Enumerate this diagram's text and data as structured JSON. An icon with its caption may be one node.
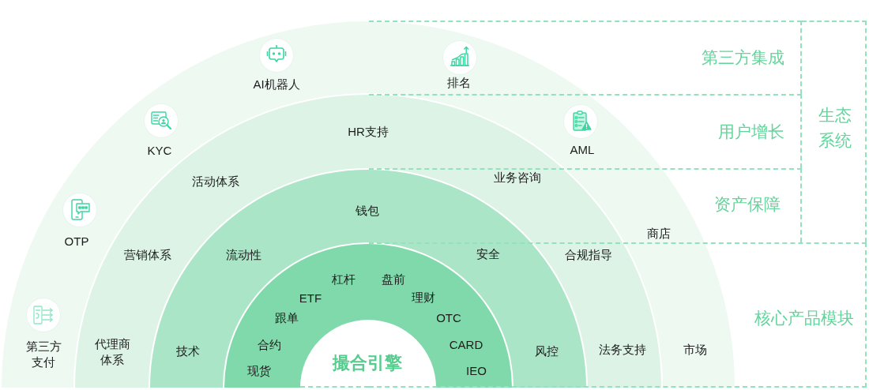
{
  "diagram": {
    "nodes": [
      {
        "text": [
          "撮合引擎"
        ]
      },
      {
        "text": [
          "第三方集成"
        ]
      },
      {
        "text": [
          "用户增长"
        ]
      },
      {
        "text": [
          "资产保障"
        ]
      },
      {
        "text": [
          "核心产品模块"
        ]
      },
      {
        "text": [
          "生态系统"
        ]
      }
    ],
    "labels": [
      "AI机器人",
      "排名",
      "KYC",
      "AML",
      "OTP",
      "商店",
      "第三方支付",
      "市场",
      "HR支持",
      "活动体系",
      "业务咨询",
      "营销体系",
      "合规指导",
      "代理商体系",
      "法务支持",
      "钱包",
      "流动性",
      "安全",
      "技术",
      "风控",
      "杠杆",
      "盘前",
      "ETF",
      "理财",
      "跟单",
      "OTC",
      "合约",
      "CARD",
      "现货",
      "IEO"
    ]
  }
}
